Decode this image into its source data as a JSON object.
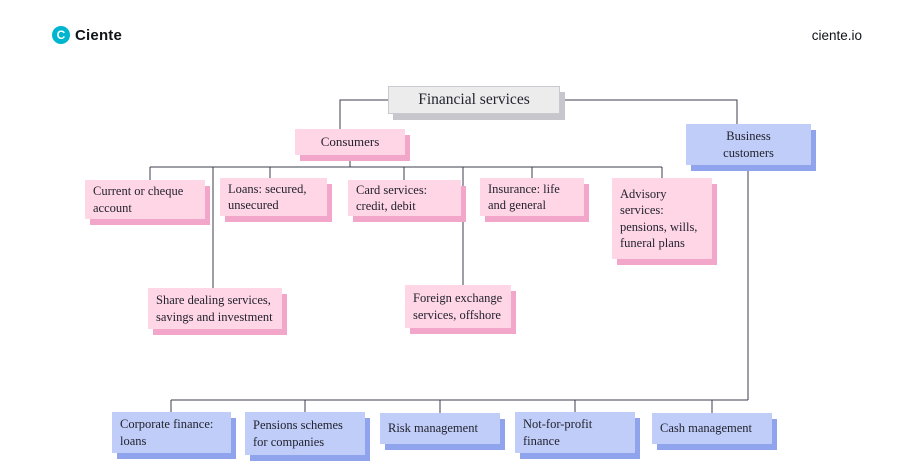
{
  "brand": {
    "logo_text": "Ciente",
    "logo_icon": "c-circle-icon",
    "logo_letter": "C",
    "site": "ciente.io"
  },
  "nodes": {
    "financial_services": {
      "label": "Financial services"
    },
    "consumers": {
      "label": "Consumers"
    },
    "business_customers": {
      "label": "Business customers"
    },
    "current_account": {
      "label": "Current or cheque account"
    },
    "loans": {
      "label": "Loans: secured, unsecured"
    },
    "card_services": {
      "label": "Card services: credit, debit"
    },
    "insurance": {
      "label": "Insurance: life and general"
    },
    "advisory": {
      "label": "Advisory services: pensions, wills, funeral plans"
    },
    "share_dealing": {
      "label": "Share dealing services, savings and investment"
    },
    "foreign_exchange": {
      "label": "Foreign exchange services, offshore"
    },
    "corporate_finance": {
      "label": "Corporate finance: loans"
    },
    "pensions_schemes": {
      "label": "Pensions schemes for companies"
    },
    "risk_management": {
      "label": "Risk management"
    },
    "not_for_profit": {
      "label": "Not-for-profit finance"
    },
    "cash_management": {
      "label": "Cash management"
    }
  },
  "colors": {
    "pink_fill": "#ffd6e6",
    "pink_shadow": "#f2a6c9",
    "blue_fill": "#bfcdf8",
    "blue_shadow": "#90a4ee",
    "gray_fill": "#ececec",
    "gray_shadow": "#c6c6cc",
    "line": "#3d3d4f",
    "logo_teal": "#00b6cf"
  }
}
